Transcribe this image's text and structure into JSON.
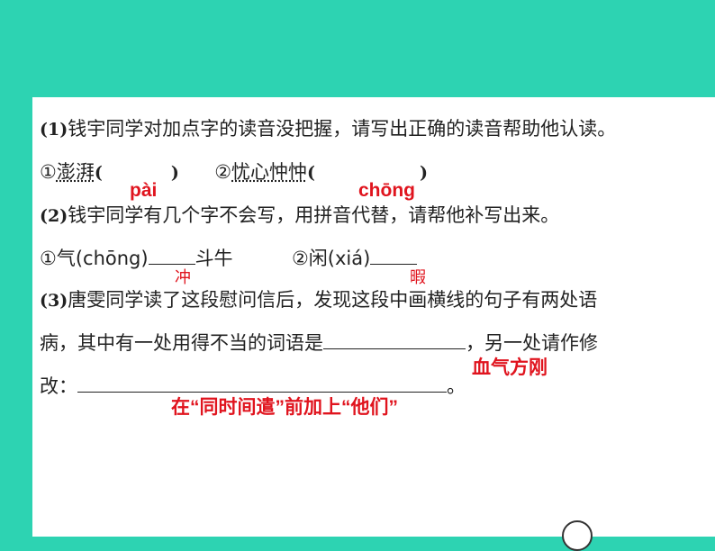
{
  "q1": {
    "label": "(1)",
    "text": "钱宇同学对加点字的读音没把握，请写出正确的读音帮助他认读。",
    "item1_circle": "①",
    "item1_word": "澎湃",
    "item1_paren_open": "(",
    "item1_paren_close": ")",
    "item2_circle": "②",
    "item2_word": "忧心忡忡",
    "item2_paren_open": "(",
    "item2_paren_close": ")",
    "answer1": "pài",
    "answer2": "chōng"
  },
  "q2": {
    "label": "(2)",
    "text": "钱宇同学有几个字不会写，用拼音代替，请帮他补写出来。",
    "item1": "①气(chōng)",
    "item1_after": "斗牛",
    "item2": "②闲(xiá)",
    "answer1": "冲",
    "answer2": "暇"
  },
  "q3": {
    "label": "(3)",
    "text": "唐雯同学读了这段慰问信后，发现这段中画横线的句子有两处语",
    "line2_start": "病，其中有一处用得不当的词语是",
    "line2_end": "，另一处请作修",
    "line3_start": "改：",
    "line3_end": "。",
    "answer1": "血气方刚",
    "answer2": "在“同时间遣”前加上“他们”"
  }
}
